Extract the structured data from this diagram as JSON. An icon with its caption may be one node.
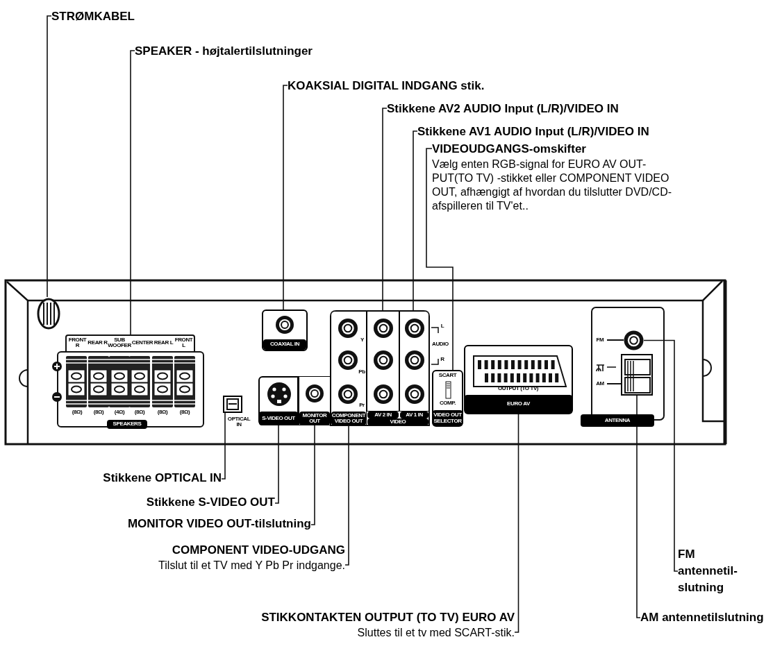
{
  "diagram": {
    "nodes": [
      {
        "text": [
          "STRØMKABEL"
        ]
      },
      {
        "text": [
          "SPEAKER - højtalertilslutninger"
        ]
      },
      {
        "text": [
          "KOAKSIAL DIGITAL INDGANG stik."
        ]
      },
      {
        "text": [
          "Stikkene AV2 AUDIO Input (L/R)/VIDEO IN"
        ]
      },
      {
        "text": [
          "Stikkene AV1 AUDIO Input (L/R)/VIDEO IN"
        ]
      },
      {
        "text": [
          "VIDEOUDGANGS-omskifter",
          "Vælg enten RGB-signal for EURO AV OUT- PUT(TO TV) -stikket eller COMPONENT VIDEO OUT, afhængigt af hvordan du tilslutter DVD/CD-afspilleren til TV'et.."
        ]
      },
      {
        "text": [
          "Stikkene OPTICAL IN"
        ]
      },
      {
        "text": [
          "Stikkene S-VIDEO OUT"
        ]
      },
      {
        "text": [
          "MONITOR VIDEO OUT-tilslutning"
        ]
      },
      {
        "text": [
          "COMPONENT VIDEO-UDGANG",
          "Tilslut til et TV med Y Pb Pr indgange."
        ]
      },
      {
        "text": [
          "STIKKONTAKTEN OUTPUT (TO TV) EURO AV",
          "Sluttes til et tv med SCART-stik."
        ]
      },
      {
        "text": [
          "FM antennetil- slutning"
        ]
      },
      {
        "text": [
          "AM antennetilslutning"
        ]
      },
      {
        "text": [],
        "shape": "cable"
      },
      {
        "text": [],
        "shape": "box"
      },
      {
        "text": [],
        "shape": "box"
      },
      {
        "text": [],
        "shape": "box"
      },
      {
        "text": [],
        "shape": "box"
      },
      {
        "text": [],
        "shape": "box"
      },
      {
        "text": [],
        "shape": "box"
      },
      {
        "text": [],
        "shape": "box"
      },
      {
        "text": [],
        "shape": "box"
      },
      {
        "text": [],
        "shape": "box"
      },
      {
        "text": [],
        "shape": "box"
      },
      {
        "text": [],
        "shape": "circle"
      },
      {
        "text": [],
        "shape": "box"
      }
    ],
    "edges": [
      {
        "from": 0,
        "to": 13,
        "arrow": "none"
      },
      {
        "from": 1,
        "to": 14,
        "arrow": "none"
      },
      {
        "from": 2,
        "to": 15,
        "arrow": "none"
      },
      {
        "from": 3,
        "to": 16,
        "arrow": "none"
      },
      {
        "from": 4,
        "to": 17,
        "arrow": "none"
      },
      {
        "from": 5,
        "to": 18,
        "arrow": "none"
      },
      {
        "from": 6,
        "to": 19,
        "arrow": "none"
      },
      {
        "from": 7,
        "to": 20,
        "arrow": "none"
      },
      {
        "from": 8,
        "to": 21,
        "arrow": "none"
      },
      {
        "from": 9,
        "to": 22,
        "arrow": "none"
      },
      {
        "from": 10,
        "to": 23,
        "arrow": "none"
      },
      {
        "from": 11,
        "to": 24,
        "arrow": "none"
      },
      {
        "from": 12,
        "to": 25,
        "arrow": "none"
      }
    ],
    "labels": [
      "FRONT R",
      "REAR R",
      "SUB WOOFER",
      "CENTER",
      "REAR L",
      "FRONT L",
      "(8Ω)",
      "(8Ω)",
      "(4Ω)",
      "(8Ω)",
      "(8Ω)",
      "(8Ω)",
      "SPEAKERS",
      "OPTICAL IN",
      "COAXIAL IN",
      "Y",
      "Pb",
      "Pr",
      "L",
      "AUDIO",
      "R",
      "SCART",
      "COMP.",
      "VIDEO OUT SELECTOR",
      "S-VIDEO OUT",
      "MONITOR OUT",
      "COMPONENT VIDEO OUT",
      "AV 2 IN",
      "AV 1 IN",
      "VIDEO",
      "OUTPUT (TO TV)",
      "EURO AV",
      "FM",
      "AM",
      "ANTENNA"
    ]
  }
}
